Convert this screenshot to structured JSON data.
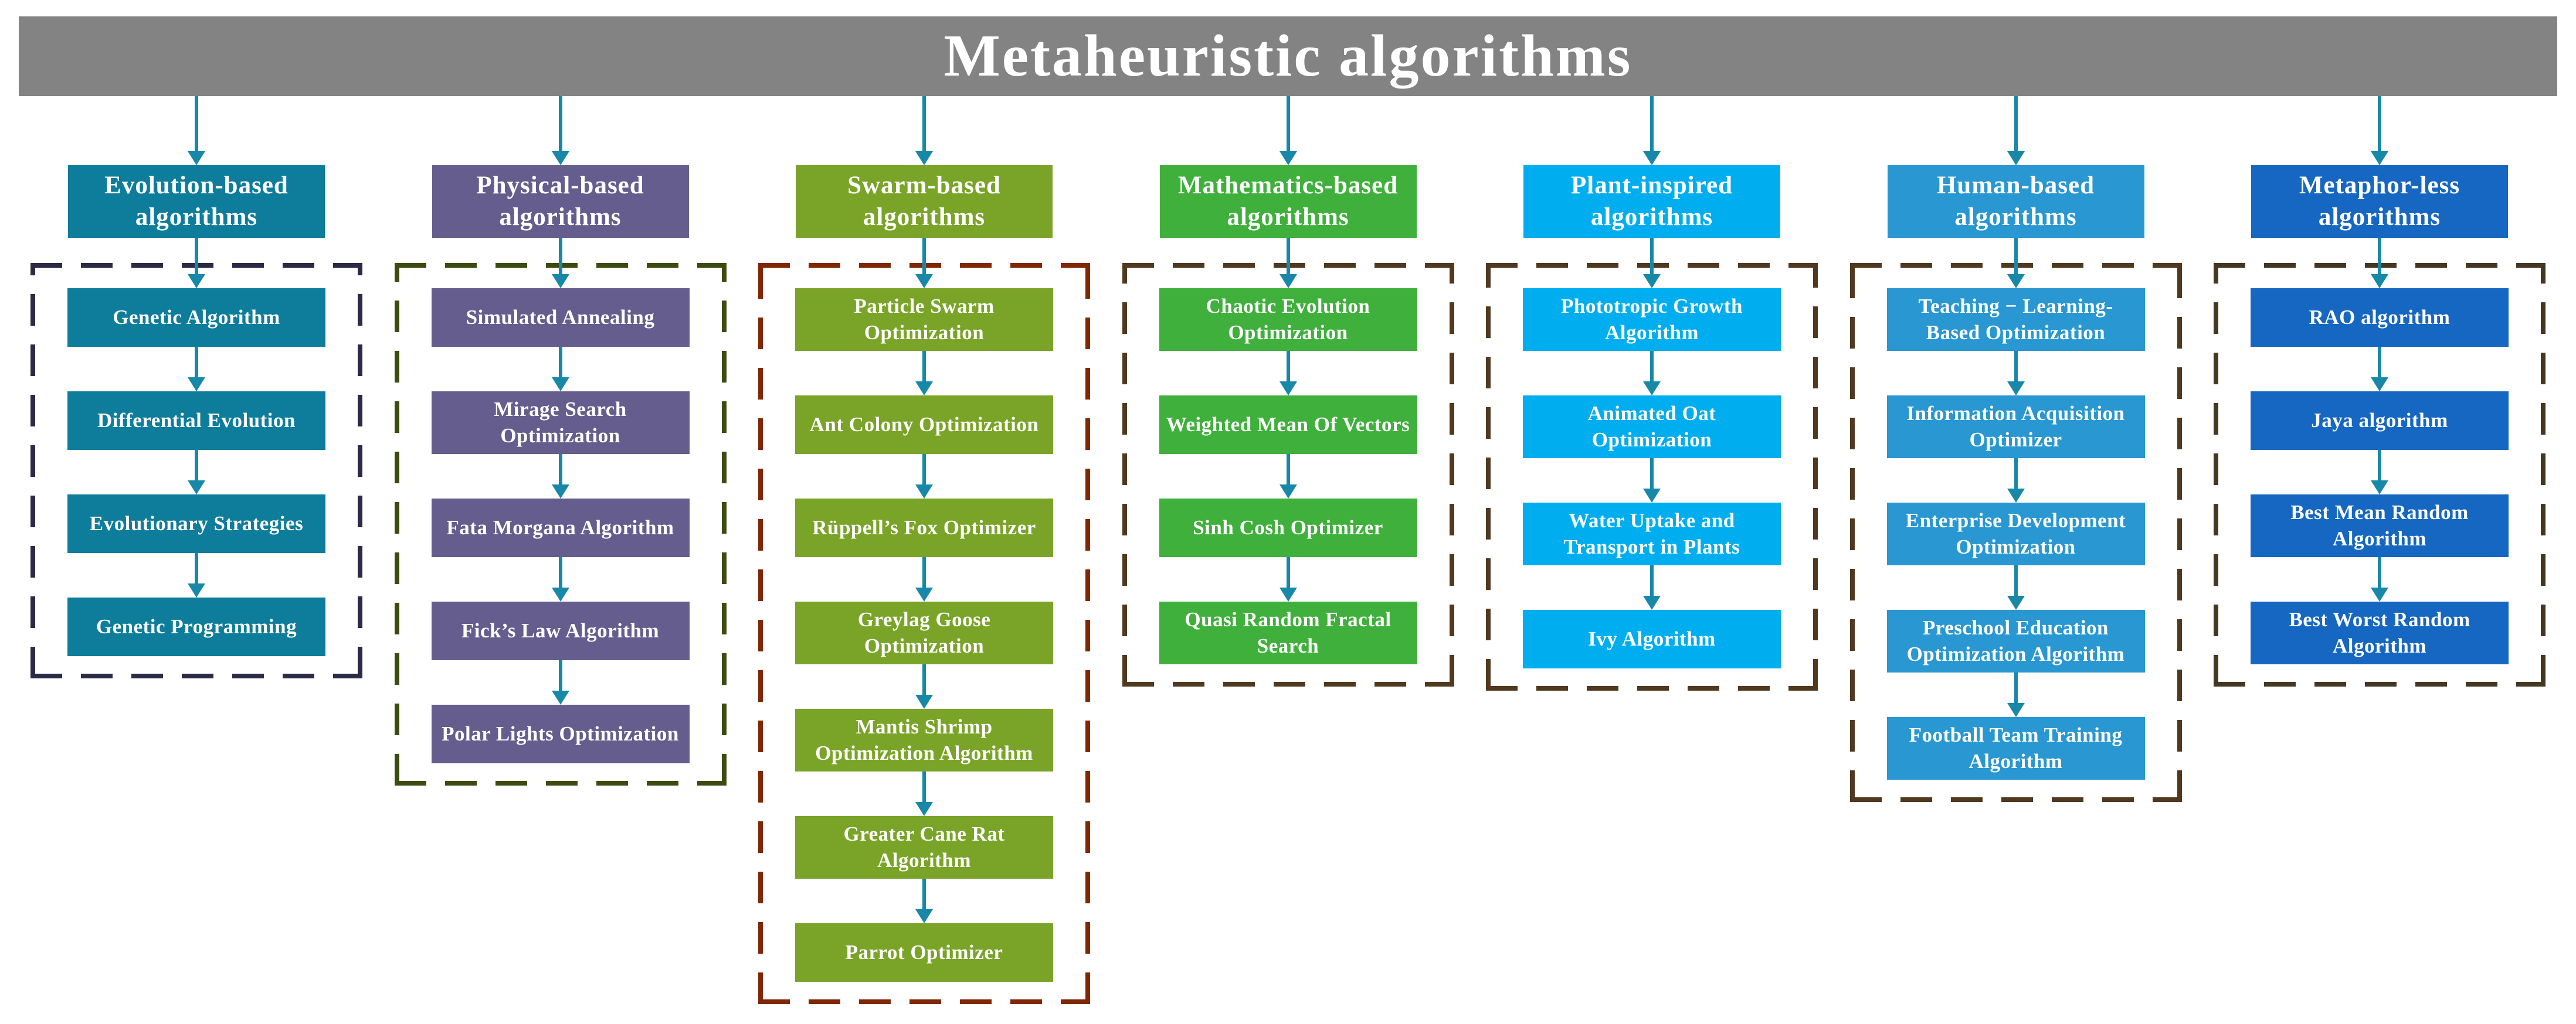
{
  "title": "Metaheuristic algorithms",
  "colors": {
    "banner_background": "#838383",
    "banner_text": "#ffffff",
    "connector_teal": "#1888A8",
    "box_text": "#ffffff"
  },
  "columns": [
    {
      "id": "evolution-based",
      "header": "Evolution-based algorithms",
      "accent": "#0E7D9C",
      "border": "#2C2A46",
      "items": [
        "Genetic Algorithm",
        "Differential Evolution",
        "Evolutionary Strategies",
        "Genetic Programming"
      ]
    },
    {
      "id": "physical-based",
      "header": "Physical-based algorithms",
      "accent": "#655D8D",
      "border": "#3C4C10",
      "items": [
        "Simulated Annealing",
        "Mirage Search Optimization",
        "Fata Morgana Algorithm",
        "Fick’s Law Algorithm",
        "Polar Lights Optimization"
      ]
    },
    {
      "id": "swarm-based",
      "header": "Swarm-based algorithms",
      "accent": "#7AA428",
      "border": "#802805",
      "items": [
        "Particle Swarm Optimization",
        "Ant Colony Optimization",
        "Rüppell’s Fox Optimizer",
        "Greylag Goose Optimization",
        "Mantis Shrimp Optimization Algorithm",
        "Greater Cane Rat Algorithm",
        "Parrot Optimizer"
      ]
    },
    {
      "id": "mathematics-based",
      "header": "Mathematics-based algorithms",
      "accent": "#3FB03C",
      "border": "#50391E",
      "items": [
        "Chaotic Evolution Optimization",
        "Weighted Mean Of Vectors",
        "Sinh Cosh Optimizer",
        "Quasi Random Fractal Search"
      ]
    },
    {
      "id": "plant-inspired",
      "header": "Plant-inspired algorithms",
      "accent": "#00AEEF",
      "border": "#50391E",
      "items": [
        "Phototropic Growth Algorithm",
        "Animated Oat Optimization",
        "Water Uptake and Transport in Plants",
        "Ivy Algorithm"
      ]
    },
    {
      "id": "human-based",
      "header": "Human-based algorithms",
      "accent": "#2997D1",
      "border": "#50391E",
      "items": [
        "Teaching − Learning-Based Optimization",
        "Information Acquisition Optimizer",
        "Enterprise Development Optimization",
        "Preschool Education Optimization Algorithm",
        "Football Team Training Algorithm"
      ]
    },
    {
      "id": "metaphor-less",
      "header": "Metaphor-less algorithms",
      "accent": "#1667C1",
      "border": "#463723",
      "items": [
        "RAO algorithm",
        "Jaya algorithm",
        "Best Mean Random Algorithm",
        "Best Worst Random Algorithm"
      ]
    }
  ]
}
